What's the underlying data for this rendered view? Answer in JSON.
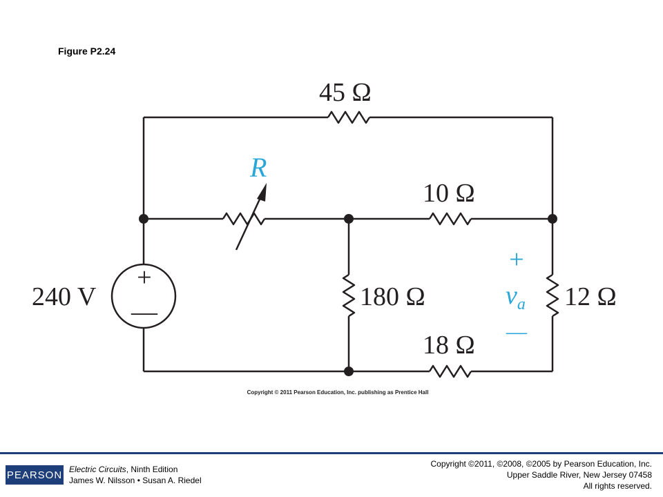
{
  "figure_title": "Figure P2.24",
  "circuit": {
    "source_label": "240 V",
    "source_plus": "+",
    "source_minus": "—",
    "r_top_label": "45 Ω",
    "r_variable_label": "R",
    "r_mid_label": "10 Ω",
    "r_shunt_label": "180 Ω",
    "r_right_label": "12 Ω",
    "r_bottom_label": "18 Ω",
    "va_plus": "+",
    "va_minus": "—",
    "va_symbol": "v",
    "va_subscript": "a"
  },
  "inner_copyright": "Copyright © 2011 Pearson Education, Inc. publishing as Prentice Hall",
  "footer": {
    "logo_text": "PEARSON",
    "book_title": "Electric Circuits",
    "book_edition": ", Ninth Edition",
    "authors": "James W. Nilsson • Susan A. Riedel",
    "copyright_line1": "Copyright ©2011, ©2008, ©2005 by Pearson Education, Inc.",
    "copyright_line2": "Upper Saddle River, New Jersey 07458",
    "copyright_line3": "All rights reserved."
  },
  "colors": {
    "wire": "#231f20",
    "accent_blue": "#2aa7d8",
    "pearson_blue": "#1f3f7a"
  }
}
